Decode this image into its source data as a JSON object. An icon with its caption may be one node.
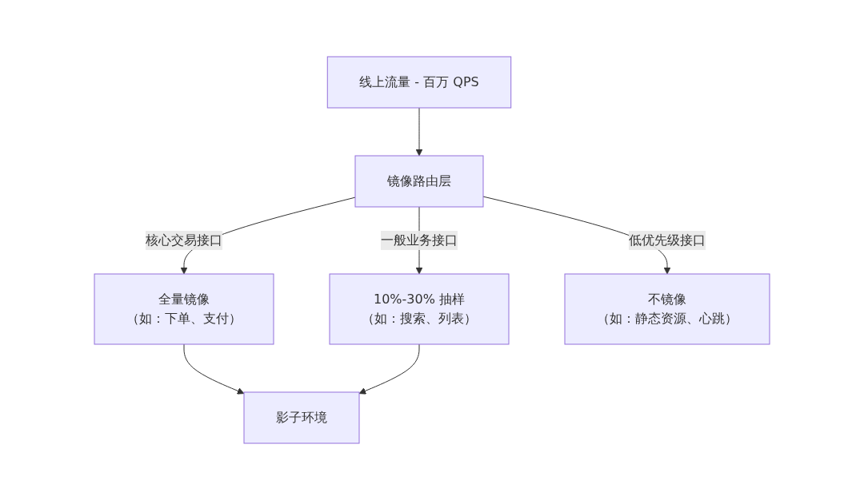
{
  "diagram": {
    "nodes": [
      {
        "text": [
          "线上流量 - 百万 QPS"
        ]
      },
      {
        "text": [
          "镜像路由层"
        ]
      },
      {
        "text": [
          "全量镜像",
          "（如：下单、支付）"
        ]
      },
      {
        "text": [
          "10%-30% 抽样",
          "（如：搜索、列表）"
        ]
      },
      {
        "text": [
          "不镜像",
          "（如：静态资源、心跳）"
        ]
      },
      {
        "text": [
          "影子环境"
        ]
      }
    ],
    "edges": [
      {
        "from": 0,
        "to": 1,
        "arrow": "to"
      },
      {
        "from": 1,
        "to": 2,
        "arrow": "to",
        "label": "核心交易接口"
      },
      {
        "from": 1,
        "to": 3,
        "arrow": "to",
        "label": "一般业务接口"
      },
      {
        "from": 1,
        "to": 4,
        "arrow": "to",
        "label": "低优先级接口"
      },
      {
        "from": 2,
        "to": 5,
        "arrow": "to"
      },
      {
        "from": 3,
        "to": 5,
        "arrow": "to"
      }
    ]
  }
}
